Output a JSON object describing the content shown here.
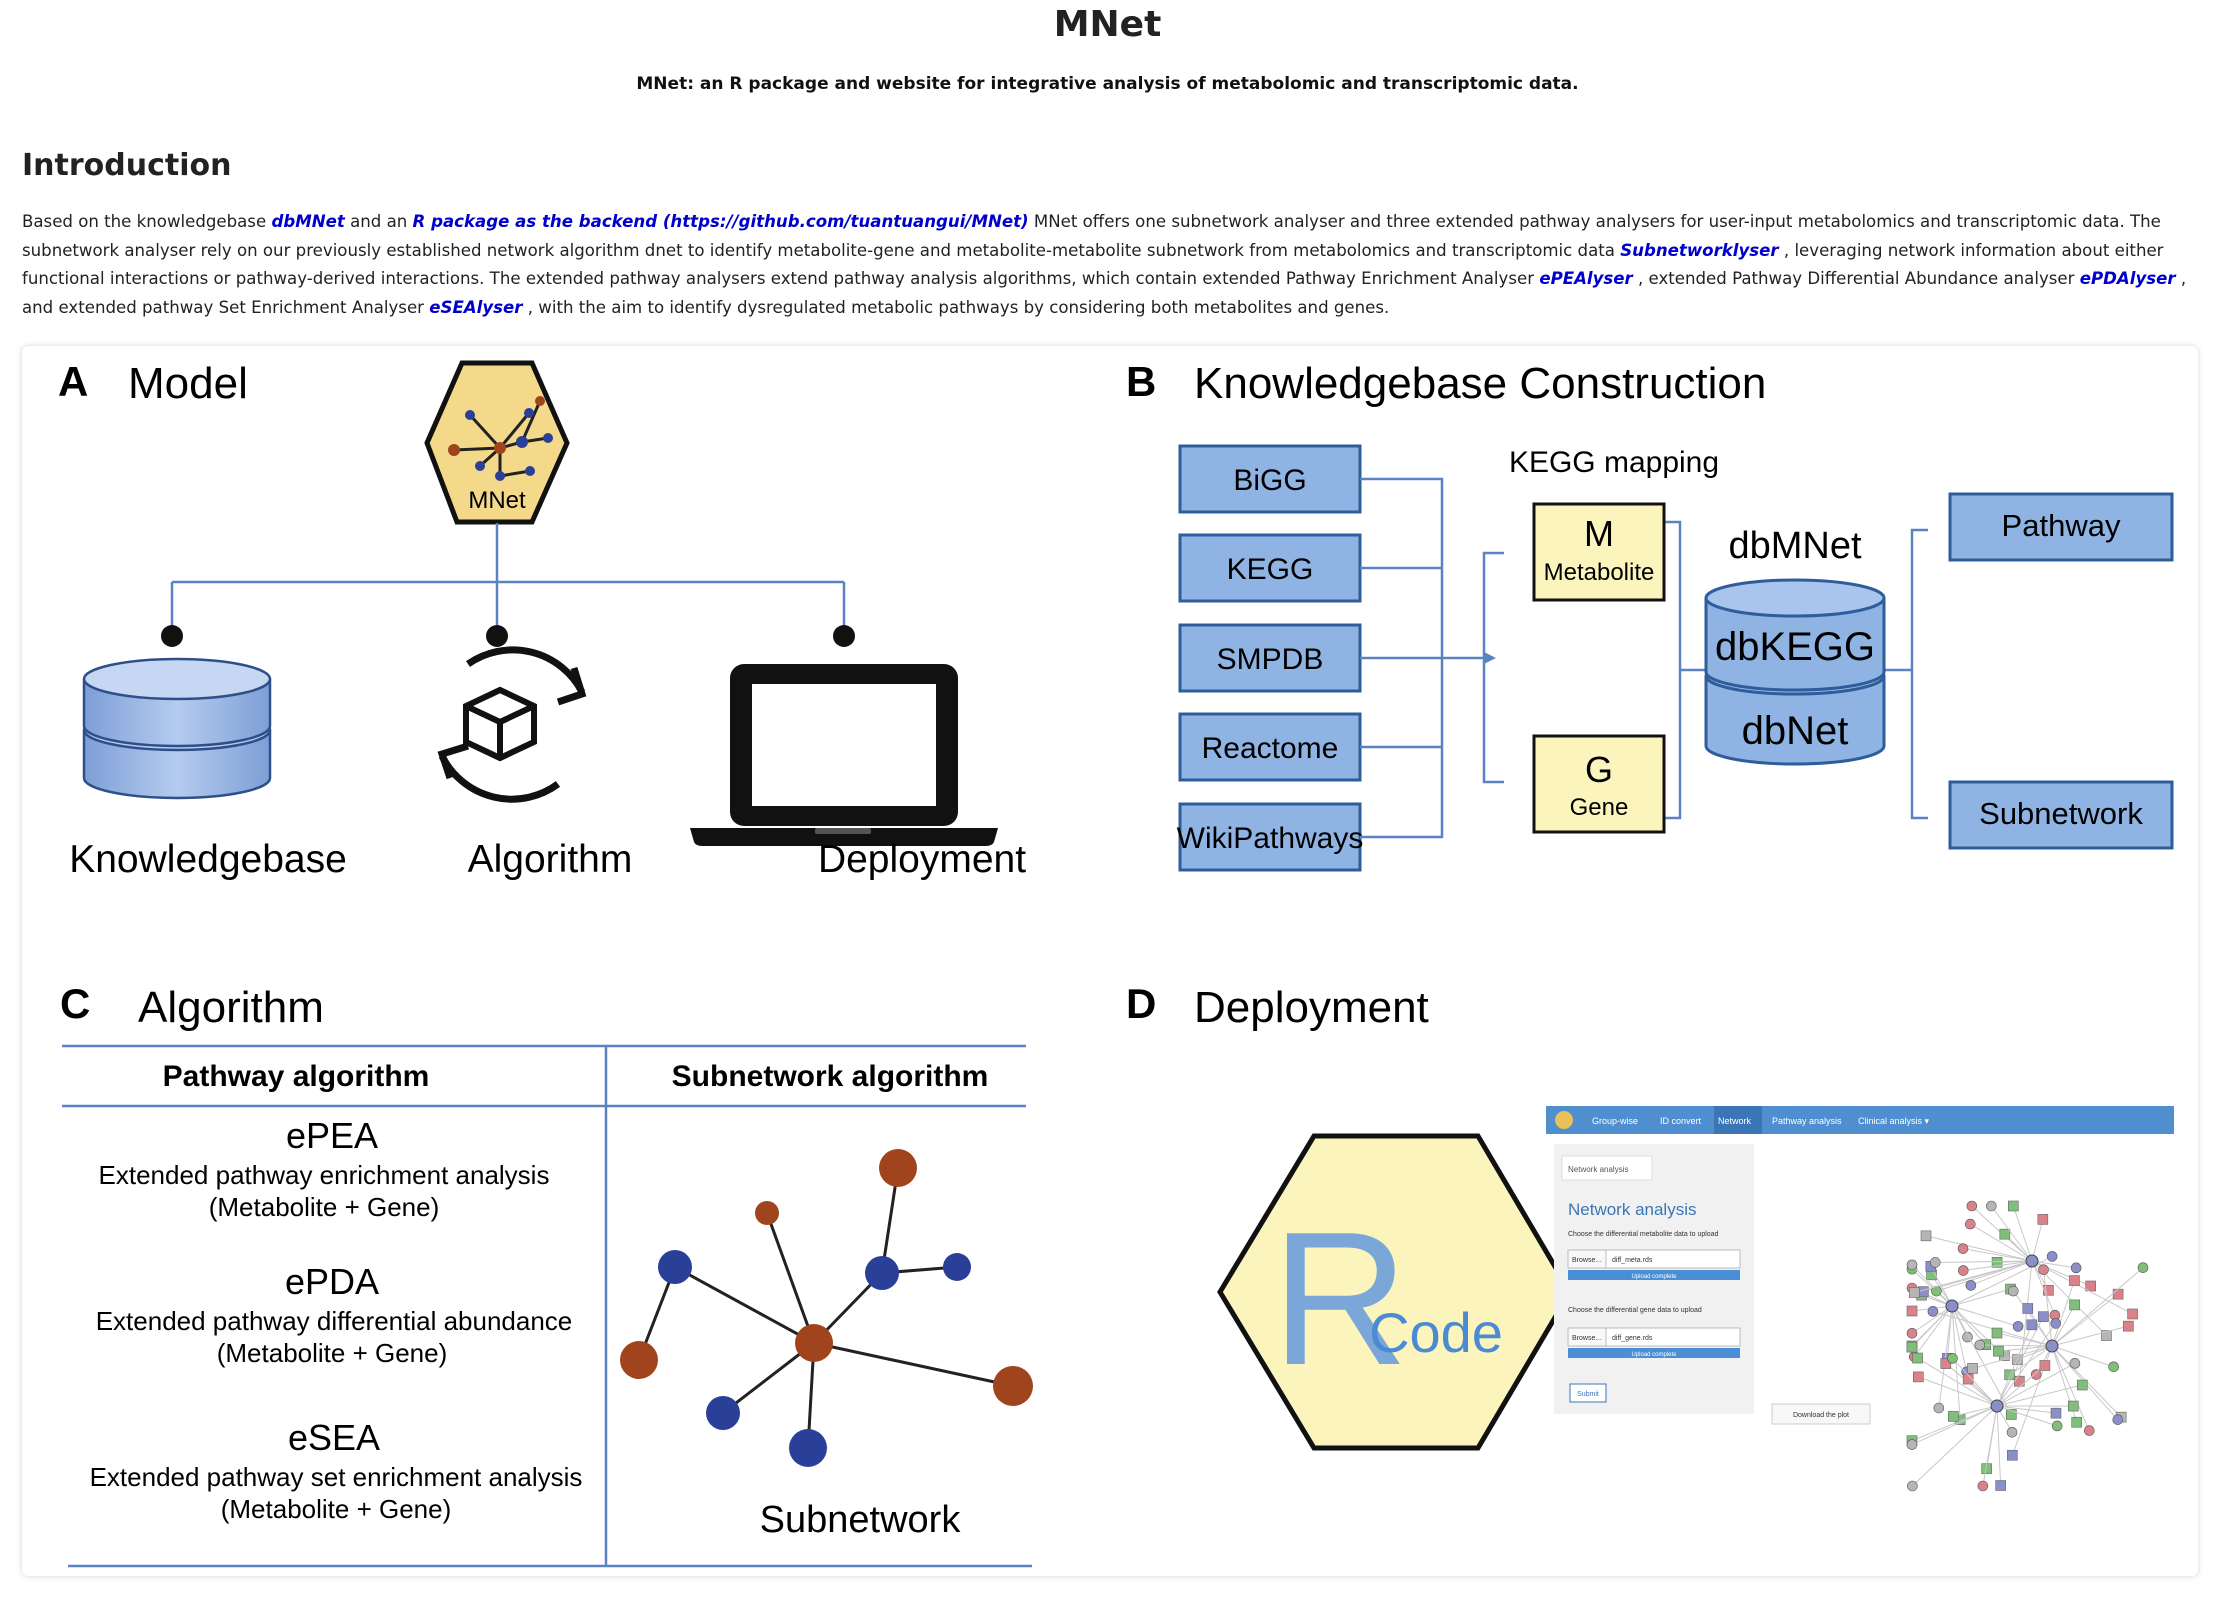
{
  "page": {
    "title": "MNet",
    "subtitle": "MNet: an R package and website for integrative analysis of metabolomic and transcriptomic data."
  },
  "introduction": {
    "heading": "Introduction",
    "t1": "Based on the knowledgebase ",
    "link_dbmnet": "dbMNet",
    "t2": " and an ",
    "link_rpackage": "R package as the backend (https://github.com/tuantuangui/MNet)",
    "t3": " MNet offers one subnetwork analyser and three extended pathway analysers for user-input metabolomics and transcriptomic data. The subnetwork analyser rely on our previously established network algorithm dnet to identify metabolite-gene and metabolite-metabolite subnetwork from metabolomics and transcriptomic data ",
    "link_subnetworklyser": "Subnetworklyser",
    "t4": " , leveraging network information about either functional interactions or pathway-derived interactions. The extended pathway analysers extend pathway analysis algorithms, which contain extended Pathway Enrichment Analyser ",
    "link_epealyser": "ePEAlyser",
    "t5": " , extended Pathway Differential Abundance analyser ",
    "link_epdalyser": "ePDAlyser",
    "t6": " , and extended pathway Set Enrichment Analyser ",
    "link_esealyser": "eSEAlyser",
    "t7": " , with the aim to identify dysregulated metabolic pathways by considering both metabolites and genes."
  },
  "figure": {
    "panel_a": {
      "letter": "A",
      "title": "Model",
      "logo_label": "MNet",
      "labels": [
        "Knowledgebase",
        "Algorithm",
        "Deployment"
      ],
      "icons": [
        "database-icon",
        "cycle-box-icon",
        "laptop-icon"
      ]
    },
    "panel_b": {
      "letter": "B",
      "title": "Knowledgebase Construction",
      "sources": [
        "BiGG",
        "KEGG",
        "SMPDB",
        "Reactome",
        "WikiPathways"
      ],
      "mapping_label": "KEGG mapping",
      "metabolite_letter": "M",
      "metabolite_label": "Metabolite",
      "gene_letter": "G",
      "gene_label": "Gene",
      "db_title": "dbMNet",
      "db_top": "dbKEGG",
      "db_bottom": "dbNet",
      "outputs": [
        "Pathway",
        "Subnetwork"
      ]
    },
    "panel_c": {
      "letter": "C",
      "title": "Algorithm",
      "col_pathway": "Pathway algorithm",
      "col_subnetwork": "Subnetwork algorithm",
      "algorithms": [
        {
          "name": "ePEA",
          "desc": "Extended pathway enrichment analysis",
          "inputs": "(Metabolite + Gene)"
        },
        {
          "name": "ePDA",
          "desc": "Extended pathway differential abundance",
          "inputs": "(Metabolite + Gene)"
        },
        {
          "name": "eSEA",
          "desc": "Extended pathway set enrichment analysis",
          "inputs": "(Metabolite + Gene)"
        }
      ],
      "subnetwork_label": "Subnetwork"
    },
    "panel_d": {
      "letter": "D",
      "title": "Deployment",
      "r_letter": "R",
      "code_label": "Code",
      "nav": [
        "Group-wise",
        "ID convert",
        "Network",
        "Pathway analysis",
        "Clinical analysis ▾"
      ],
      "tab": "Network analysis",
      "form_title": "Network analysis",
      "meta_label": "Choose the differential metabolite data to upload",
      "meta_browse": "Browse...",
      "meta_file": "diff_meta.rds",
      "meta_status": "Upload complete",
      "gene_label": "Choose the differential gene data to upload",
      "gene_browse": "Browse...",
      "gene_file": "diff_gene.rds",
      "gene_status": "Upload complete",
      "submit": "Submit",
      "download": "Download the plot"
    },
    "colors": {
      "box_blue": "#8fb4e3",
      "box_border": "#2f5d9b",
      "pale_yellow": "#fbf5bd",
      "node_blue": "#2a3f97",
      "node_brown": "#a0441d",
      "line_blue": "#5b82c2"
    }
  }
}
